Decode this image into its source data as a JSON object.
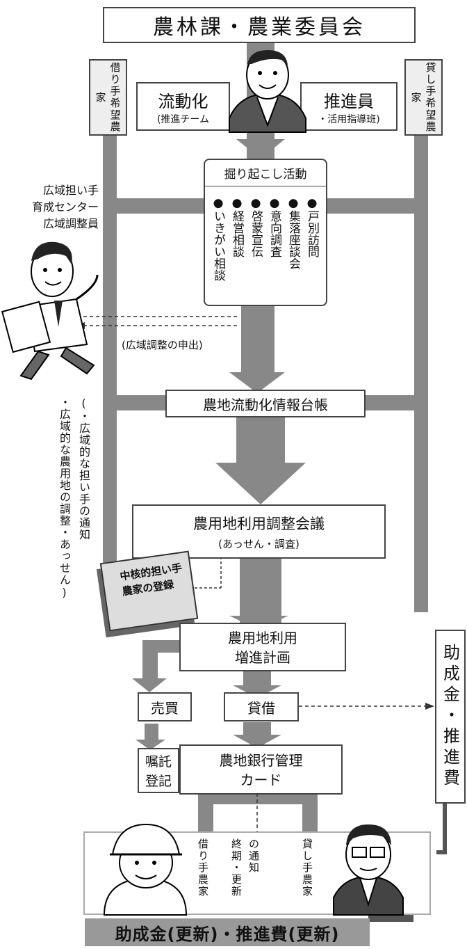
{
  "title": "農林課・農業委員会",
  "left_col": "借り手希望農家",
  "right_col": "貸し手希望農家",
  "fluid": {
    "main": "流動化",
    "sub": "(推進チーム"
  },
  "promoter": {
    "main": "推進員",
    "sub": "・活用指導班)"
  },
  "dig": {
    "title": "掘り起こし活動",
    "items": [
      "戸別訪問",
      "集落座談会",
      "意向調査",
      "啓蒙宣伝",
      "経営相談",
      "いきがい相談"
    ]
  },
  "wide": {
    "label1": "広域担い手",
    "label2": "育成センター",
    "label3": "広域調整員",
    "request": "(広域調整の申出)",
    "notes": [
      "(・広域的な担い手の通知",
      "・広域的な農用地の調整・あっせん)"
    ]
  },
  "ledger": "農地流動化情報台帳",
  "council": {
    "main": "農用地利用調整会議",
    "sub": "(あっせん・調査)"
  },
  "book": "中核的担い手農家の登録",
  "plan": {
    "line1": "農用地利用",
    "line2": "増進計画"
  },
  "sale": "売買",
  "lease": "貸借",
  "register": {
    "line1": "嘱託",
    "line2": "登記"
  },
  "card": {
    "line1": "農地銀行管理",
    "line2": "カード"
  },
  "subsidy_side": "助成金・推進費",
  "borrower": "借り手農家",
  "lender": "貸し手農家",
  "notice": [
    "終期・更新",
    "の通知"
  ],
  "bottom": "助成金(更新)・推進費(更新)"
}
